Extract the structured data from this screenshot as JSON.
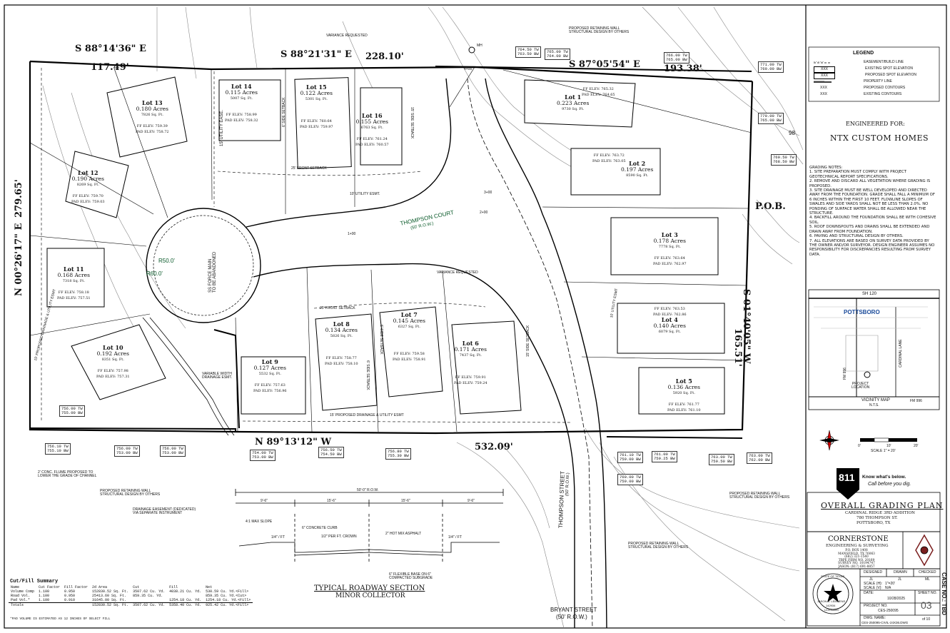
{
  "bearings": {
    "north_1": "S 88°14'36\" E",
    "north_2": "S 88°21'31\" E",
    "north_2_dist": "228.10'",
    "north_3": "S 87°05'54\" E",
    "north_3_dist": "193.38'",
    "dist_117": "117.49'",
    "west": "N 00°26'17\" E",
    "west_dist": "279.65'",
    "south": "N 89°13'12\" W",
    "south_dist": "532.09'",
    "east": "S 01°40'05\" W",
    "east_dist": "165.51'",
    "pob": "P.O.B.",
    "dist_98": "98"
  },
  "lots": [
    {
      "id": "lot13",
      "name": "Lot 13",
      "acres": "0.180 Acres",
      "sf": "7826 Sq. Ft.",
      "ff": "FF ELEV: 759.39",
      "pad": "PAD ELEV: 758.72"
    },
    {
      "id": "lot14",
      "name": "Lot 14",
      "acres": "0.115 Acres",
      "sf": "5007 Sq. Ft.",
      "ff": "FF ELEV: 758.99",
      "pad": "PAD ELEV: 758.32"
    },
    {
      "id": "lot15",
      "name": "Lot 15",
      "acres": "0.122 Acres",
      "sf": "5301 Sq. Ft.",
      "ff": "FF ELEV: 760.64",
      "pad": "PAD ELEV: 759.97"
    },
    {
      "id": "lot16",
      "name": "Lot 16",
      "acres": "0.155 Acres",
      "sf": "6763 Sq. Ft.",
      "ff": "FF ELEV: 761.24",
      "pad": "PAD ELEV: 760.57"
    },
    {
      "id": "lot1",
      "name": "Lot 1",
      "acres": "0.223 Acres",
      "sf": "9730 Sq. Ft.",
      "ff": "FF ELEV: 765.32",
      "pad": "PAD ELEV: 764.65"
    },
    {
      "id": "lot2",
      "name": "Lot 2",
      "acres": "0.197 Acres",
      "sf": "8590 Sq. Ft.",
      "ff": "FF ELEV: 763.72",
      "pad": "PAD ELEV: 763.05"
    },
    {
      "id": "lot3",
      "name": "Lot 3",
      "acres": "0.178 Acres",
      "sf": "7778 Sq. Ft.",
      "ff": "FF ELEV: 763.64",
      "pad": "PAD ELEV: 762.97"
    },
    {
      "id": "lot4",
      "name": "Lot 4",
      "acres": "0.140 Acres",
      "sf": "6079 Sq. Ft.",
      "ff": "FF ELEV: 763.53",
      "pad": "PAD ELEV: 762.86"
    },
    {
      "id": "lot5",
      "name": "Lot 5",
      "acres": "0.136 Acres",
      "sf": "5920 Sq. Ft.",
      "ff": "FF ELEV: 761.77",
      "pad": "PAD ELEV: 761.10"
    },
    {
      "id": "lot6",
      "name": "Lot 6",
      "acres": "0.171 Acres",
      "sf": "7437 Sq. Ft.",
      "ff": "FF ELEV: 759.91",
      "pad": "PAD ELEV: 759.24"
    },
    {
      "id": "lot7",
      "name": "Lot 7",
      "acres": "0.145 Acres",
      "sf": "6327 Sq. Ft.",
      "ff": "FF ELEV: 759.58",
      "pad": "PAD ELEV: 758.91"
    },
    {
      "id": "lot8",
      "name": "Lot 8",
      "acres": "0.134 Acres",
      "sf": "5826 Sq. Ft.",
      "ff": "FF ELEV: 758.77",
      "pad": "PAD ELEV: 758.10"
    },
    {
      "id": "lot9",
      "name": "Lot 9",
      "acres": "0.127 Acres",
      "sf": "5532 Sq. Ft.",
      "ff": "FF ELEV: 757.63",
      "pad": "PAD ELEV: 756.96"
    },
    {
      "id": "lot10",
      "name": "Lot 10",
      "acres": "0.192 Acres",
      "sf": "8351 Sq. Ft.",
      "ff": "FF ELEV: 757.98",
      "pad": "PAD ELEV: 757.31"
    },
    {
      "id": "lot11",
      "name": "Lot 11",
      "acres": "0.168 Acres",
      "sf": "7318 Sq. Ft.",
      "ff": "FF ELEV: 758.18",
      "pad": "PAD ELEV: 757.51"
    },
    {
      "id": "lot12",
      "name": "Lot 12",
      "acres": "0.190 Acres",
      "sf": "8269 Sq. Ft.",
      "ff": "FF ELEV: 759.70",
      "pad": "PAD ELEV: 759.03"
    }
  ],
  "spots": {
    "s1": {
      "a": "764.50",
      "b": "763.50",
      "at": "TW",
      "bt": "BW"
    },
    "s2": {
      "a": "765.00",
      "b": "764.00",
      "at": "TW",
      "bt": "BW"
    },
    "s3": {
      "a": "766.00",
      "b": "765.00",
      "at": "TW",
      "bt": "BW"
    },
    "s4": {
      "a": "771.00",
      "b": "769.00",
      "at": "TW",
      "bt": "BW"
    },
    "s5": {
      "a": "770.00",
      "b": "765.00",
      "at": "TW",
      "bt": "BW"
    },
    "s6": {
      "a": "769.50",
      "b": "768.50",
      "at": "TW",
      "bt": "BW"
    },
    "s7": {
      "a": "756.00",
      "b": "755.00",
      "at": "TW",
      "bt": "BW"
    },
    "s8": {
      "a": "756.10",
      "b": "755.10",
      "at": "TW",
      "bt": "BW"
    },
    "s9": {
      "a": "756.00",
      "b": "753.00",
      "at": "TW",
      "bt": "BW"
    },
    "s10": {
      "a": "756.00",
      "b": "753.00",
      "at": "TW",
      "bt": "BW"
    },
    "s11": {
      "a": "754.00",
      "b": "753.00",
      "at": "TW",
      "bt": "BW"
    },
    "s12": {
      "a": "756.50",
      "b": "754.50",
      "at": "TW",
      "bt": "BW"
    },
    "s13": {
      "a": "756.80",
      "b": "755.30",
      "at": "TW",
      "bt": "BW"
    },
    "s14": {
      "a": "761.10",
      "b": "759.00",
      "at": "TW",
      "bt": "BW"
    },
    "s15": {
      "a": "760.00",
      "b": "759.00",
      "at": "TW",
      "bt": "BW"
    },
    "s16": {
      "a": "761.00",
      "b": "759.25",
      "at": "TW",
      "bt": "BW"
    },
    "s17": {
      "a": "763.00",
      "b": "759.50",
      "at": "TW",
      "bt": "BW"
    },
    "s18": {
      "a": "763.00",
      "b": "762.00",
      "at": "TW",
      "bt": "BW"
    }
  },
  "labels": {
    "variance_1": "VARIANCE REQUESTED",
    "variance_2": "VARIANCE REQUESTED",
    "retaining_top": "PROPOSED RETAINING WALL\nSTRUCTURAL DESIGN BY OTHERS",
    "thompson_court": "THOMPSON COURT",
    "thompson_court_row": "(50' R.O.W.)",
    "thompson_street": "THOMPSON STREET",
    "thompson_street_row": "(50' R.O.W.)",
    "bryant_street": "BRYANT STREET",
    "bryant_street_row": "(50' R.O.W.)",
    "r50": "R50.0'",
    "r60": "R60.0'",
    "ss_force": "SS FORCE MAIN\nTO BE ABANDONED",
    "utility_ease": "15' UTILITY EASE.",
    "front_setback_1": "25' FRONT SETBACK",
    "front_setback_2": "25' FRONT SETBACK",
    "utility_esmt_10": "10' UTILITY ESMT.",
    "side_setback_1": "6' SIDE SETBACK",
    "side_setback_2": "6' SIDE SETBACK",
    "side_setback_3": "6' SIDE SETBACK",
    "side_setback_4": "15' SIDE SETBACK",
    "side_setback_5": "15' SIDE SETBACK",
    "drainage_west": "15' PROPOSED DRAINAGE & UTILITY ESMT",
    "drainage_south": "15' PROPOSED DRAINAGE & UTILITY ESMT",
    "var_width": "VARIABLE WIDTH\nDRAINAGE ESMT.",
    "flume": "2' CONC. FLUME PROPOSED TO\nLOWER THE GRADE OF CHANNEL",
    "ret_wall_sw": "PROPOSED RETAINING WALL\nSTRUCTURAL DESIGN BY OTHERS",
    "drain_ded": "DRAINAGE EASEMENT (DEDICATED)\nVIA SEPARATE INSTRUMENT",
    "ret_wall_se": "PROPOSED RETAINING WALL\nSTRUCTURAL DESIGN BY OTHERS",
    "ret_wall_s": "PROPOSED RETAINING WALL\nSTRUCTURAL DESIGN BY OTHERS",
    "utility_esmt_e": "10' UTILITY ESMT",
    "mh": "MH",
    "sta_1": "1+00",
    "sta_2": "2+00",
    "sta_3": "3+00",
    "sta_4": "4+00"
  },
  "section": {
    "title": "TYPICAL ROADWAY SECTION",
    "subtitle": "MINOR COLLECTOR",
    "row": "50'-0\" R.O.W.",
    "dims": [
      "9'-6\"",
      "15'-6\"",
      "15'-6\"",
      "9'-6\""
    ],
    "slope_l": "1/4\" / FT",
    "slope_r": "1/4\" / FT",
    "curb": "6\" CONCRETE CURB",
    "crown": "1/2\" PER FT. CROWN",
    "asphalt": "2\" HOT MIX ASPHALT",
    "base": "6\" FLEXIBLE BASE ON 6\" COMPACTED SUBGRADE",
    "max": "4:1 MAX SLOPE"
  },
  "cutfill": {
    "title": "Cut/Fill Summary",
    "headers": [
      "Name",
      "Cut Factor",
      "Fill Factor",
      "2d Area",
      "Cut",
      "Fill",
      "Net"
    ],
    "rows": [
      [
        "Volume Comp",
        "1.100",
        "0.950",
        "152830.52 Sq. Ft.",
        "3507.62 Cu. Yd.",
        "4038.21 Cu. Yd.",
        "530.59 Cu. Yd.<Fill>"
      ],
      [
        "Road Vol.",
        "1.100",
        "0.950",
        "25413.60 Sq. Ft.",
        "859.35 Cu. Yd.",
        "",
        "859.35 Cu. Yd.<Cut>"
      ],
      [
        "Pad Vol.*",
        "1.100",
        "0.910",
        "31645.00 Sq. Ft.",
        "",
        "1254.18 Cu. Yd.",
        "1254.18 Cu. Yd.<Fill>"
      ]
    ],
    "totals": [
      "Totals",
      "",
      "",
      "152830.52 Sq. Ft.",
      "3507.62 Cu. Yd.",
      "5358.40 Cu. Yd.",
      "925.42 Cu. Yd.<Fill>"
    ],
    "note": "*PAD VOLUME IS ESTIMATED AS 12 INCHES OF SELECT FILL"
  },
  "legend": {
    "title": "LEGEND",
    "items": [
      {
        "sym": "- - - - -",
        "label": "EASEMENT/BUILD LINE"
      },
      {
        "sym": "XXX",
        "label": "EXISTING SPOT ELEVATION"
      },
      {
        "sym": "XXX",
        "label": "PROPOSED SPOT ELEVATION"
      },
      {
        "sym": "———",
        "label": "PROPERTY LINE"
      },
      {
        "sym": "XXX",
        "label": "PROPOSED CONTOURS"
      },
      {
        "sym": "XXX",
        "label": "EXISTING CONTOURS"
      }
    ]
  },
  "engineered": {
    "label": "ENGINEERED FOR:",
    "client": "NTX CUSTOM HOMES"
  },
  "grading_notes": {
    "title": "GRADING NOTES:",
    "items": [
      "1. SITE PREPARATION MUST COMPLY WITH PROJECT GEOTECHNICAL REPORT SPECIFICATIONS.",
      "2. REMOVE AND DISCARD ALL VEGETATION WHERE GRADING IS PROPOSED.",
      "3. SITE DRAINAGE MUST BE WELL DEVELOPED AND DIRECTED AWAY FROM THE FOUNDATION. GRADE SHALL FALL A MINIMUM OF 6 INCHES WITHIN THE FIRST 10 FEET. FLOWLINE SLOPES OF SWALES AND SIDE YARDS SHALL NOT BE LESS THAN 2.0%. NO PONDING OF SURFACE WATER SHALL BE ALLOWED NEAR THE STRUCTURE.",
      "4. BACKFILL AROUND THE FOUNDATION SHALL BE WITH COHESIVE SOIL.",
      "5. ROOF DOWNSPOUTS AND DRAINS SHALL BE EXTENDED AND DRAIN AWAY FROM FOUNDATION.",
      "6. PAVING AND STRUCTURAL DESIGN BY OTHERS.",
      "7. ALL ELEVATIONS ARE BASED ON SURVEY DATA PROVIDED BY THE OWNER AND/OR SURVEYOR. DESIGN ENGINEER ASSUMES NO RESPONSIBILITY FOR DISCREPANCIES RESULTING FROM SURVEY DATA."
    ]
  },
  "vicinity": {
    "sh120": "SH 120",
    "town": "POTTSBORO",
    "cardinal": "CARDINAL LANE",
    "fm996a": "FM 996",
    "fm996b": "FM 996",
    "project": "PROJECT\nLOCATION",
    "title": "VICINITY MAP",
    "nts": "N.T.S."
  },
  "scale": {
    "zero": "0'",
    "ten": "10'",
    "twenty": "20'",
    "label": "SCALE 1\" = 20'"
  },
  "eleven": {
    "logo": "811",
    "line1": "Know what's below.",
    "line2": "Call before you dig."
  },
  "plan": {
    "title": "OVERALL GRADING PLAN",
    "line1": "CARDINAL RIDGE 3RD ADDITION",
    "line2": "780 THOMPSON ST.",
    "line3": "POTTSBORO, TX"
  },
  "firm": {
    "name": "CORNERSTONE",
    "sub": "ENGINEERING & SURVEYING",
    "addr": [
      "P.O. BOX 1408",
      "MANSFIELD, TX 76063",
      "(682) 321-1540",
      "TBPE FIRM NO. 20169",
      "SURVEY NO. 10194747",
      "JASON: (817) 691-8857"
    ]
  },
  "titleblock": {
    "designed_h": "DESIGNED",
    "drawn_h": "DRAWN",
    "checked_h": "CHECKED",
    "designed": "JL",
    "drawn": "JL",
    "checked": "ML",
    "scale_h": "SCALE (H):",
    "scale_hv": "1\"=20'",
    "scale_v": "SCALE (V):",
    "scale_vv": "N/A",
    "date_h": "DATE:",
    "date": "10/28/2025",
    "proj_h": "PROJECT NO.",
    "proj": "CES-250095",
    "dwg_h": "DWG. NAME:",
    "dwg": "CES-250095-CIVIL-24X36.DWG",
    "sheet_h": "SHEET NO.",
    "sheet": "03",
    "of": "of 10",
    "case": "CASE NO.: TBD",
    "seal_name": "JASON S. LEMMENS",
    "seal_no": "142934",
    "seal_state": "STATE OF TEXAS",
    "seal_lic": "LICENSED"
  }
}
